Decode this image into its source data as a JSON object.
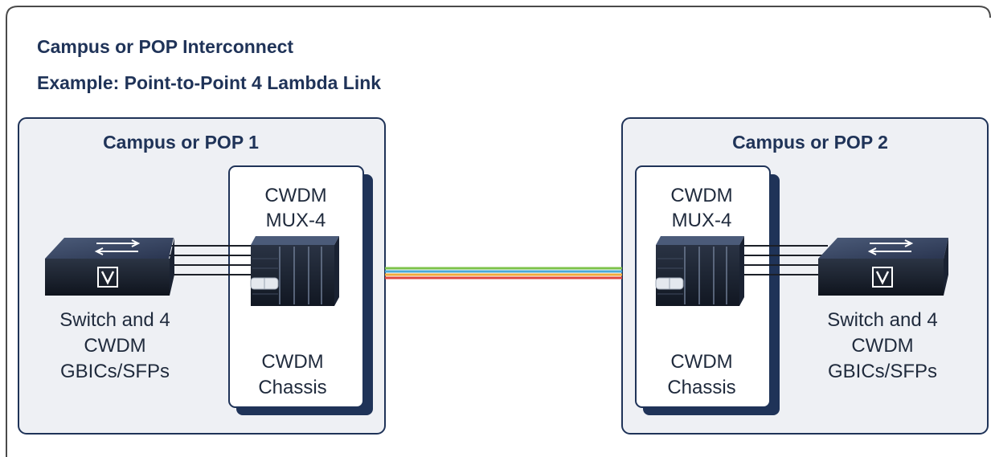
{
  "header": {
    "title": "Campus or POP Interconnect",
    "subtitle": "Example: Point-to-Point 4 Lambda Link"
  },
  "site_left": {
    "title": "Campus or POP 1",
    "mux_label": [
      "CWDM",
      "MUX-4"
    ],
    "chassis_label": [
      "CWDM",
      "Chassis"
    ],
    "switch_label": [
      "Switch and 4",
      "CWDM",
      "GBICs/SFPs"
    ]
  },
  "site_right": {
    "title": "Campus or POP 2",
    "mux_label": [
      "CWDM",
      "MUX-4"
    ],
    "chassis_label": [
      "CWDM",
      "Chassis"
    ],
    "switch_label": [
      "Switch and 4",
      "CWDM",
      "GBICs/SFPs"
    ]
  },
  "colors": {
    "frame": "#4a4a4a",
    "site_border": "#1f3358",
    "site_fill": "#eef0f4",
    "title": "#1f3358",
    "lambda_green": "#7cc24a",
    "lambda_blue": "#4aa8d8",
    "lambda_orange": "#f2a93b",
    "lambda_red": "#e0463f"
  }
}
